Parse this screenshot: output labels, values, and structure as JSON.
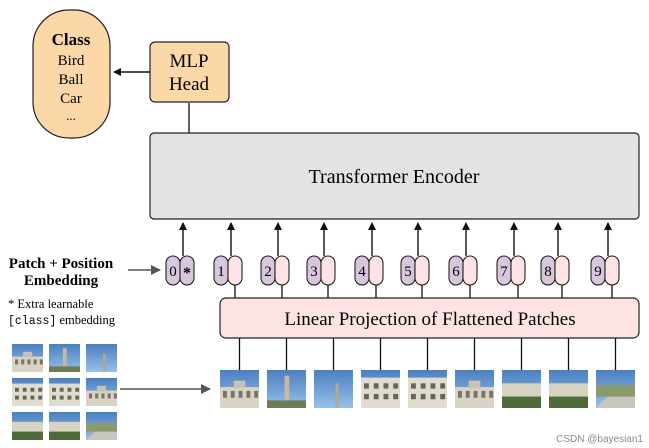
{
  "class_box": {
    "title": "Class",
    "items": [
      "Bird",
      "Ball",
      "Car",
      "..."
    ]
  },
  "mlp_head": {
    "line1": "MLP",
    "line2": "Head"
  },
  "transformer": {
    "label": "Transformer Encoder"
  },
  "patch_position": {
    "line1": "Patch + Position",
    "line2": "Embedding"
  },
  "note": {
    "line1": "* Extra learnable",
    "line2_code": "[class]",
    "line2_text": " embedding"
  },
  "linear_projection": {
    "label": "Linear Projection of Flattened Patches"
  },
  "token_labels": [
    "0",
    "1",
    "2",
    "3",
    "4",
    "5",
    "6",
    "7",
    "8",
    "9"
  ],
  "class_token_marker": "*",
  "watermark": "CSDN @bayesian1",
  "colors": {
    "orange_fill": "#fcd8a8",
    "gray_fill": "#e3e3e3",
    "pink_fill": "#fde3e3",
    "purple_fill": "#d8c6dd",
    "stroke": "#222222"
  }
}
